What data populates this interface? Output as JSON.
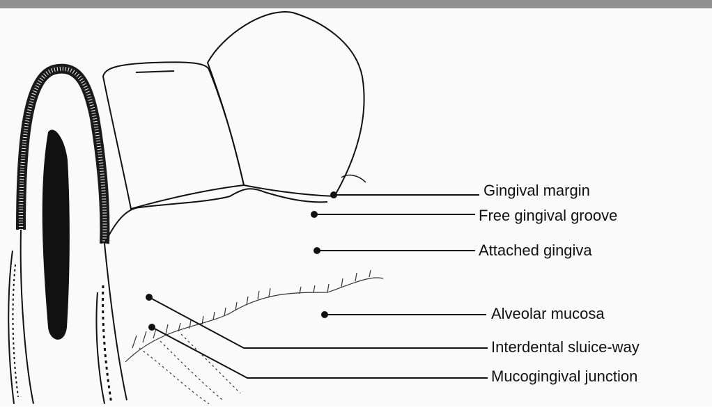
{
  "diagram": {
    "labels": [
      "Gingival margin",
      "Free gingival groove",
      "Attached gingiva",
      "Alveolar mucosa",
      "Interdental sluice-way",
      "Mucogingival junction"
    ]
  },
  "colors": {
    "ink": "#111111",
    "background": "#fafafa"
  }
}
